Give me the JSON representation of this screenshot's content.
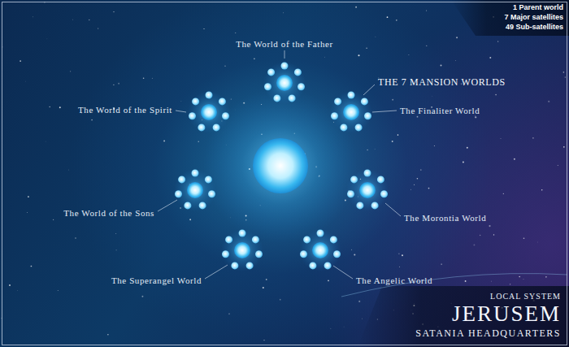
{
  "diagram": {
    "title": "JERUSEM",
    "labels": [
      "1 Parent world",
      "7 Major satellites",
      "49 Sub-satellites",
      "The World of the Father",
      "THE 7 MANSION WORLDS",
      "The World of the Spirit",
      "The Finaliter World",
      "The World of the Sons",
      "The Morontia World",
      "The Superangel World",
      "The Angelic World",
      "LOCAL SYSTEM",
      "SATANIA HEADQUARTERS"
    ]
  }
}
